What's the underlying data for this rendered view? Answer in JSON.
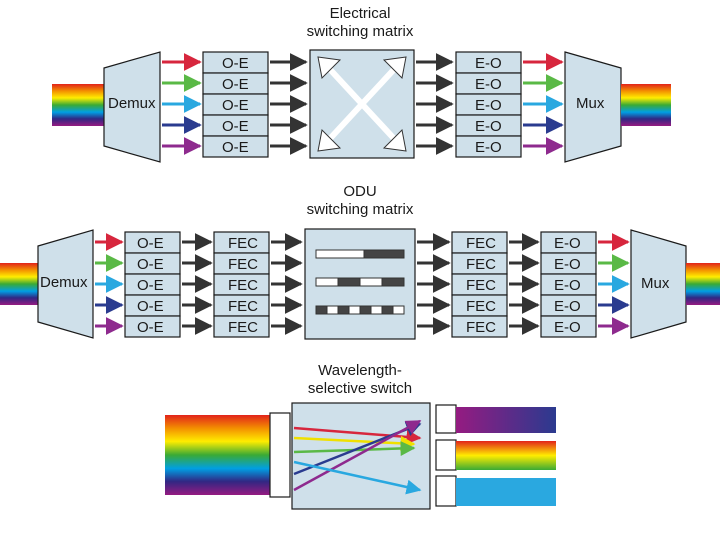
{
  "section1": {
    "title_line1": "Electrical",
    "title_line2": "switching matrix",
    "demux_label": "Demux",
    "mux_label": "Mux",
    "oe_labels": [
      "O-E",
      "O-E",
      "O-E",
      "O-E",
      "O-E"
    ],
    "eo_labels": [
      "E-O",
      "E-O",
      "E-O",
      "E-O",
      "E-O"
    ]
  },
  "section2": {
    "title_line1": "ODU",
    "title_line2": "switching matrix",
    "demux_label": "Demux",
    "mux_label": "Mux",
    "oe_labels": [
      "O-E",
      "O-E",
      "O-E",
      "O-E",
      "O-E"
    ],
    "fec_in_labels": [
      "FEC",
      "FEC",
      "FEC",
      "FEC",
      "FEC"
    ],
    "fec_out_labels": [
      "FEC",
      "FEC",
      "FEC",
      "FEC",
      "FEC"
    ],
    "eo_labels": [
      "E-O",
      "E-O",
      "E-O",
      "E-O",
      "E-O"
    ]
  },
  "section3": {
    "title_line1": "Wavelength-",
    "title_line2": "selective switch"
  },
  "colors": {
    "box_fill": "#cfe0ea",
    "arrow_dark": "#333333",
    "channels": [
      "#d7263d",
      "#5ab946",
      "#29a8e0",
      "#2a3b8f",
      "#8e2a8e"
    ]
  },
  "icons": [
    "rainbow-input-beam",
    "demux-trapezoid",
    "mux-trapezoid",
    "cross-arrows-icon",
    "arrow-icon"
  ]
}
